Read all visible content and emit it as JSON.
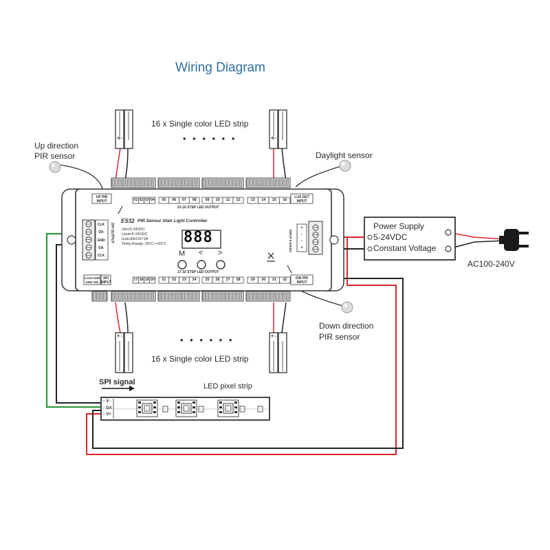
{
  "title": "Wiring Diagram",
  "labels": {
    "top_strips": "16 x Single color LED strip",
    "bottom_strips": "16 x Single color LED strip",
    "dots": "• • • • • •",
    "up_pir": [
      "Up direction",
      "PIR sensor"
    ],
    "down_pir": [
      "Down direction",
      "PIR sensor"
    ],
    "daylight": "Daylight sensor",
    "spi_signal": "SPI signal",
    "pixel_strip": "LED pixel strip",
    "ac": "AC100-240V"
  },
  "power_supply": {
    "line1": "Power Supply",
    "line2": "5-24VDC",
    "line3": "Constant Voltage"
  },
  "controller": {
    "model": "ES32",
    "name": "PIR Sensor Stair Light Controller",
    "specs": [
      "Uin=5-24VDC",
      "Uout=5-24VDC",
      "Iout≤3A/CH×1A",
      "Temp.Range:-30°C~+55°C"
    ],
    "display": "888",
    "buttons": [
      "M",
      "<",
      ">"
    ],
    "top_bus_label": "01-16 STEP LED OUTPUT",
    "bottom_bus_label": "17-32 STEP LED OUTPUT",
    "up_pir_input": [
      "UP PIR",
      "INPUT"
    ],
    "lux_input": [
      "LUX DET",
      "INPUT"
    ],
    "cascade": [
      "CASCADE",
      "GND SIG"
    ],
    "spi_input": [
      "SPI",
      "INPUT"
    ],
    "dw_pir_input": [
      "DW PIR",
      "INPUT"
    ],
    "spi_output": "SPI OUTPUT",
    "clk_terms": [
      "CLK",
      "DA",
      "GND",
      "DA",
      "CLK"
    ],
    "input_terms": [
      "+",
      "-",
      "-",
      "+"
    ],
    "input_label": "INPUT 5-24VDC",
    "top_channels": [
      "01",
      "02",
      "03",
      "04",
      "05",
      "06",
      "07",
      "08",
      "09",
      "10",
      "11",
      "12",
      "13",
      "14",
      "15",
      "16"
    ],
    "bottom_channels": [
      "17",
      "18",
      "19",
      "20",
      "21",
      "22",
      "23",
      "24",
      "25",
      "26",
      "27",
      "28",
      "29",
      "30",
      "31",
      "32"
    ]
  },
  "strip_pins": [
    "V-",
    "DA",
    "V+"
  ],
  "strip_terminals": [
    "+",
    "-"
  ],
  "colors": {
    "title": "#2f6ea0",
    "wire_red": "#d9252a",
    "wire_green": "#2d9a3a",
    "wire_black": "#222222"
  }
}
